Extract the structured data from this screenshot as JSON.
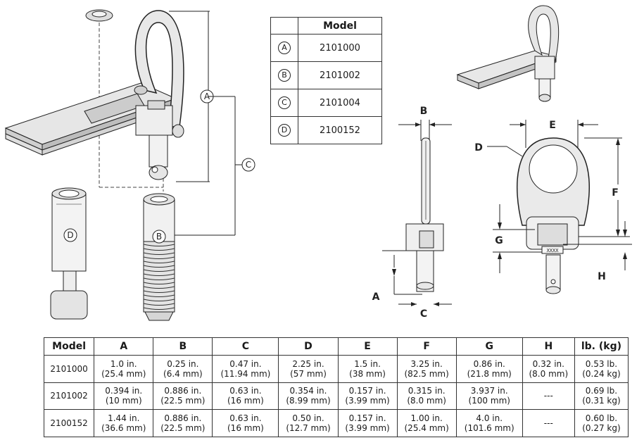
{
  "callouts": {
    "a": "A",
    "b": "B",
    "c": "C",
    "d": "D",
    "e": "E",
    "f": "F",
    "g": "G",
    "h": "H"
  },
  "model_table": {
    "header": "Model",
    "rows": [
      {
        "icon": "A",
        "model": "2101000"
      },
      {
        "icon": "B",
        "model": "2101002"
      },
      {
        "icon": "C",
        "model": "2101004"
      },
      {
        "icon": "D",
        "model": "2100152"
      }
    ]
  },
  "spec_table": {
    "headers": [
      "Model",
      "A",
      "B",
      "C",
      "D",
      "E",
      "F",
      "G",
      "H",
      "lb. (kg)"
    ],
    "rows": [
      {
        "model": "2101000",
        "cells": [
          [
            "1.0 in.",
            "(25.4 mm)"
          ],
          [
            "0.25 in.",
            "(6.4 mm)"
          ],
          [
            "0.47 in.",
            "(11.94 mm)"
          ],
          [
            "2.25 in.",
            "(57 mm)"
          ],
          [
            "1.5 in.",
            "(38 mm)"
          ],
          [
            "3.25 in.",
            "(82.5 mm)"
          ],
          [
            "0.86 in.",
            "(21.8 mm)"
          ],
          [
            "0.32 in.",
            "(8.0 mm)"
          ],
          [
            "0.53 lb.",
            "(0.24 kg)"
          ]
        ]
      },
      {
        "model": "2101002",
        "cells": [
          [
            "0.394 in.",
            "(10 mm)"
          ],
          [
            "0.886 in.",
            "(22.5 mm)"
          ],
          [
            "0.63 in.",
            "(16 mm)"
          ],
          [
            "0.354 in.",
            "(8.99 mm)"
          ],
          [
            "0.157 in.",
            "(3.99 mm)"
          ],
          [
            "0.315 in.",
            "(8.0 mm)"
          ],
          [
            "3.937 in.",
            "(100 mm)"
          ],
          [
            "---",
            ""
          ],
          [
            "0.69 lb.",
            "(0.31 kg)"
          ]
        ]
      },
      {
        "model": "2100152",
        "cells": [
          [
            "1.44 in.",
            "(36.6 mm)"
          ],
          [
            "0.886 in.",
            "(22.5 mm)"
          ],
          [
            "0.63 in.",
            "(16 mm)"
          ],
          [
            "0.50 in.",
            "(12.7 mm)"
          ],
          [
            "0.157 in.",
            "(3.99 mm)"
          ],
          [
            "1.00 in.",
            "(25.4 mm)"
          ],
          [
            "4.0 in.",
            "(101.6 mm)"
          ],
          [
            "---",
            ""
          ],
          [
            "0.60 lb.",
            "(0.27 kg)"
          ]
        ]
      }
    ]
  }
}
